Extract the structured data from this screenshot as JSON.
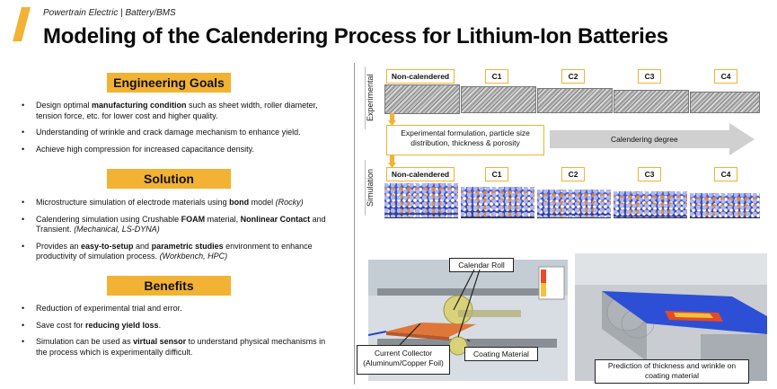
{
  "header": {
    "breadcrumb": "Powertrain Electric | Battery/BMS",
    "title": "Modeling of the Calendering Process for Lithium-Ion Batteries",
    "accent_color": "#f2b233"
  },
  "engineering_goals": {
    "heading": "Engineering Goals",
    "items": [
      {
        "pre": "Design optimal ",
        "bold": "manufacturing condition",
        "post": " such as sheet width, roller diameter, tension force, etc. for lower cost and higher quality."
      },
      {
        "pre": "Understanding of wrinkle and crack damage mechanism to enhance yield.",
        "bold": "",
        "post": ""
      },
      {
        "pre": "Achieve high compression for increased capacitance density.",
        "bold": "",
        "post": ""
      }
    ]
  },
  "solution": {
    "heading": "Solution",
    "item1": {
      "pre": "Microstructure simulation of electrode materials using ",
      "bold": "bond",
      "mid": " model ",
      "italic": "(Rocky)"
    },
    "item2": {
      "pre": "Calendering simulation using Crushable ",
      "bold1": "FOAM",
      "mid": " material, ",
      "bold2": "Nonlinear Contact",
      "post": " and Transient. ",
      "italic": "(Mechanical, LS-DYNA)"
    },
    "item3": {
      "pre": "Provides an ",
      "bold1": "easy-to-setup",
      "mid": " and ",
      "bold2": "parametric studies",
      "post": " environment to enhance productivity of simulation process. ",
      "italic": "(Workbench, HPC)"
    }
  },
  "benefits": {
    "heading": "Benefits",
    "item1": "Reduction of experimental trial and error.",
    "item2": {
      "pre": "Save cost for ",
      "bold": "reducing yield loss",
      "post": "."
    },
    "item3": {
      "pre": "Simulation can be used as ",
      "bold": "virtual sensor",
      "post": " to understand physical mechanisms in the process which is experimentally difficult."
    }
  },
  "figure": {
    "experimental_label": "Experimental",
    "simulation_label": "Simulation",
    "stages": [
      "Non-calendered",
      "C1",
      "C2",
      "C3",
      "C4"
    ],
    "info_text": "Experimental formulation, particle size distribution, thickness & porosity",
    "arrow_label": "Calendering degree",
    "callouts": {
      "calendar_roll": "Calendar Roll",
      "current_collector": "Current Collector (Aluminum/Copper Foil)",
      "coating_material": "Coating Material",
      "prediction": "Prediction of thickness and wrinkle on coating material"
    }
  }
}
